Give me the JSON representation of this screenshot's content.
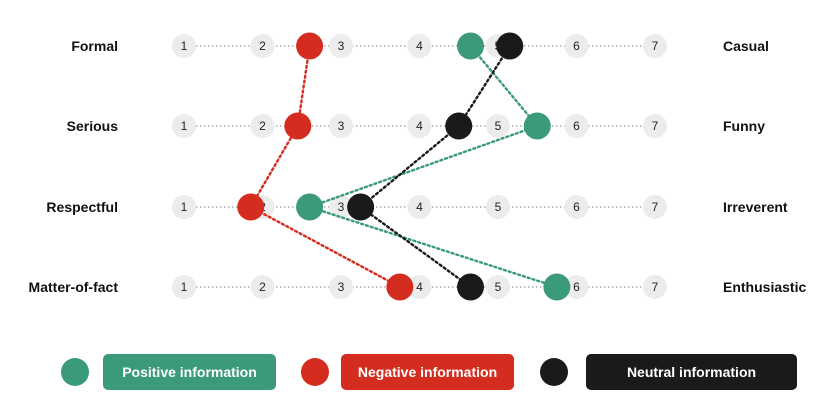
{
  "chart_data": {
    "type": "scatter",
    "scale_points": [
      "1",
      "2",
      "3",
      "4",
      "5",
      "6",
      "7"
    ],
    "dimensions": [
      {
        "left": "Formal",
        "right": "Casual"
      },
      {
        "left": "Serious",
        "right": "Funny"
      },
      {
        "left": "Respectful",
        "right": "Irreverent"
      },
      {
        "left": "Matter-of-fact",
        "right": "Enthusiastic"
      }
    ],
    "series": [
      {
        "name": "Positive information",
        "color": "#3a9a7b",
        "values": [
          4.65,
          5.5,
          2.6,
          5.75
        ]
      },
      {
        "name": "Negative information",
        "color": "#d42d1f",
        "values": [
          2.6,
          2.45,
          1.85,
          3.75
        ]
      },
      {
        "name": "Neutral information",
        "color": "#1a1a1a",
        "values": [
          5.15,
          4.5,
          3.25,
          4.65
        ]
      }
    ],
    "xlim": [
      1,
      7
    ],
    "grid": false,
    "legend_position": "bottom"
  },
  "legend": {
    "items": [
      {
        "label": "Positive information",
        "color": "#3a9a7b"
      },
      {
        "label": "Negative information",
        "color": "#d42d1f"
      },
      {
        "label": "Neutral information",
        "color": "#1a1a1a"
      }
    ]
  }
}
